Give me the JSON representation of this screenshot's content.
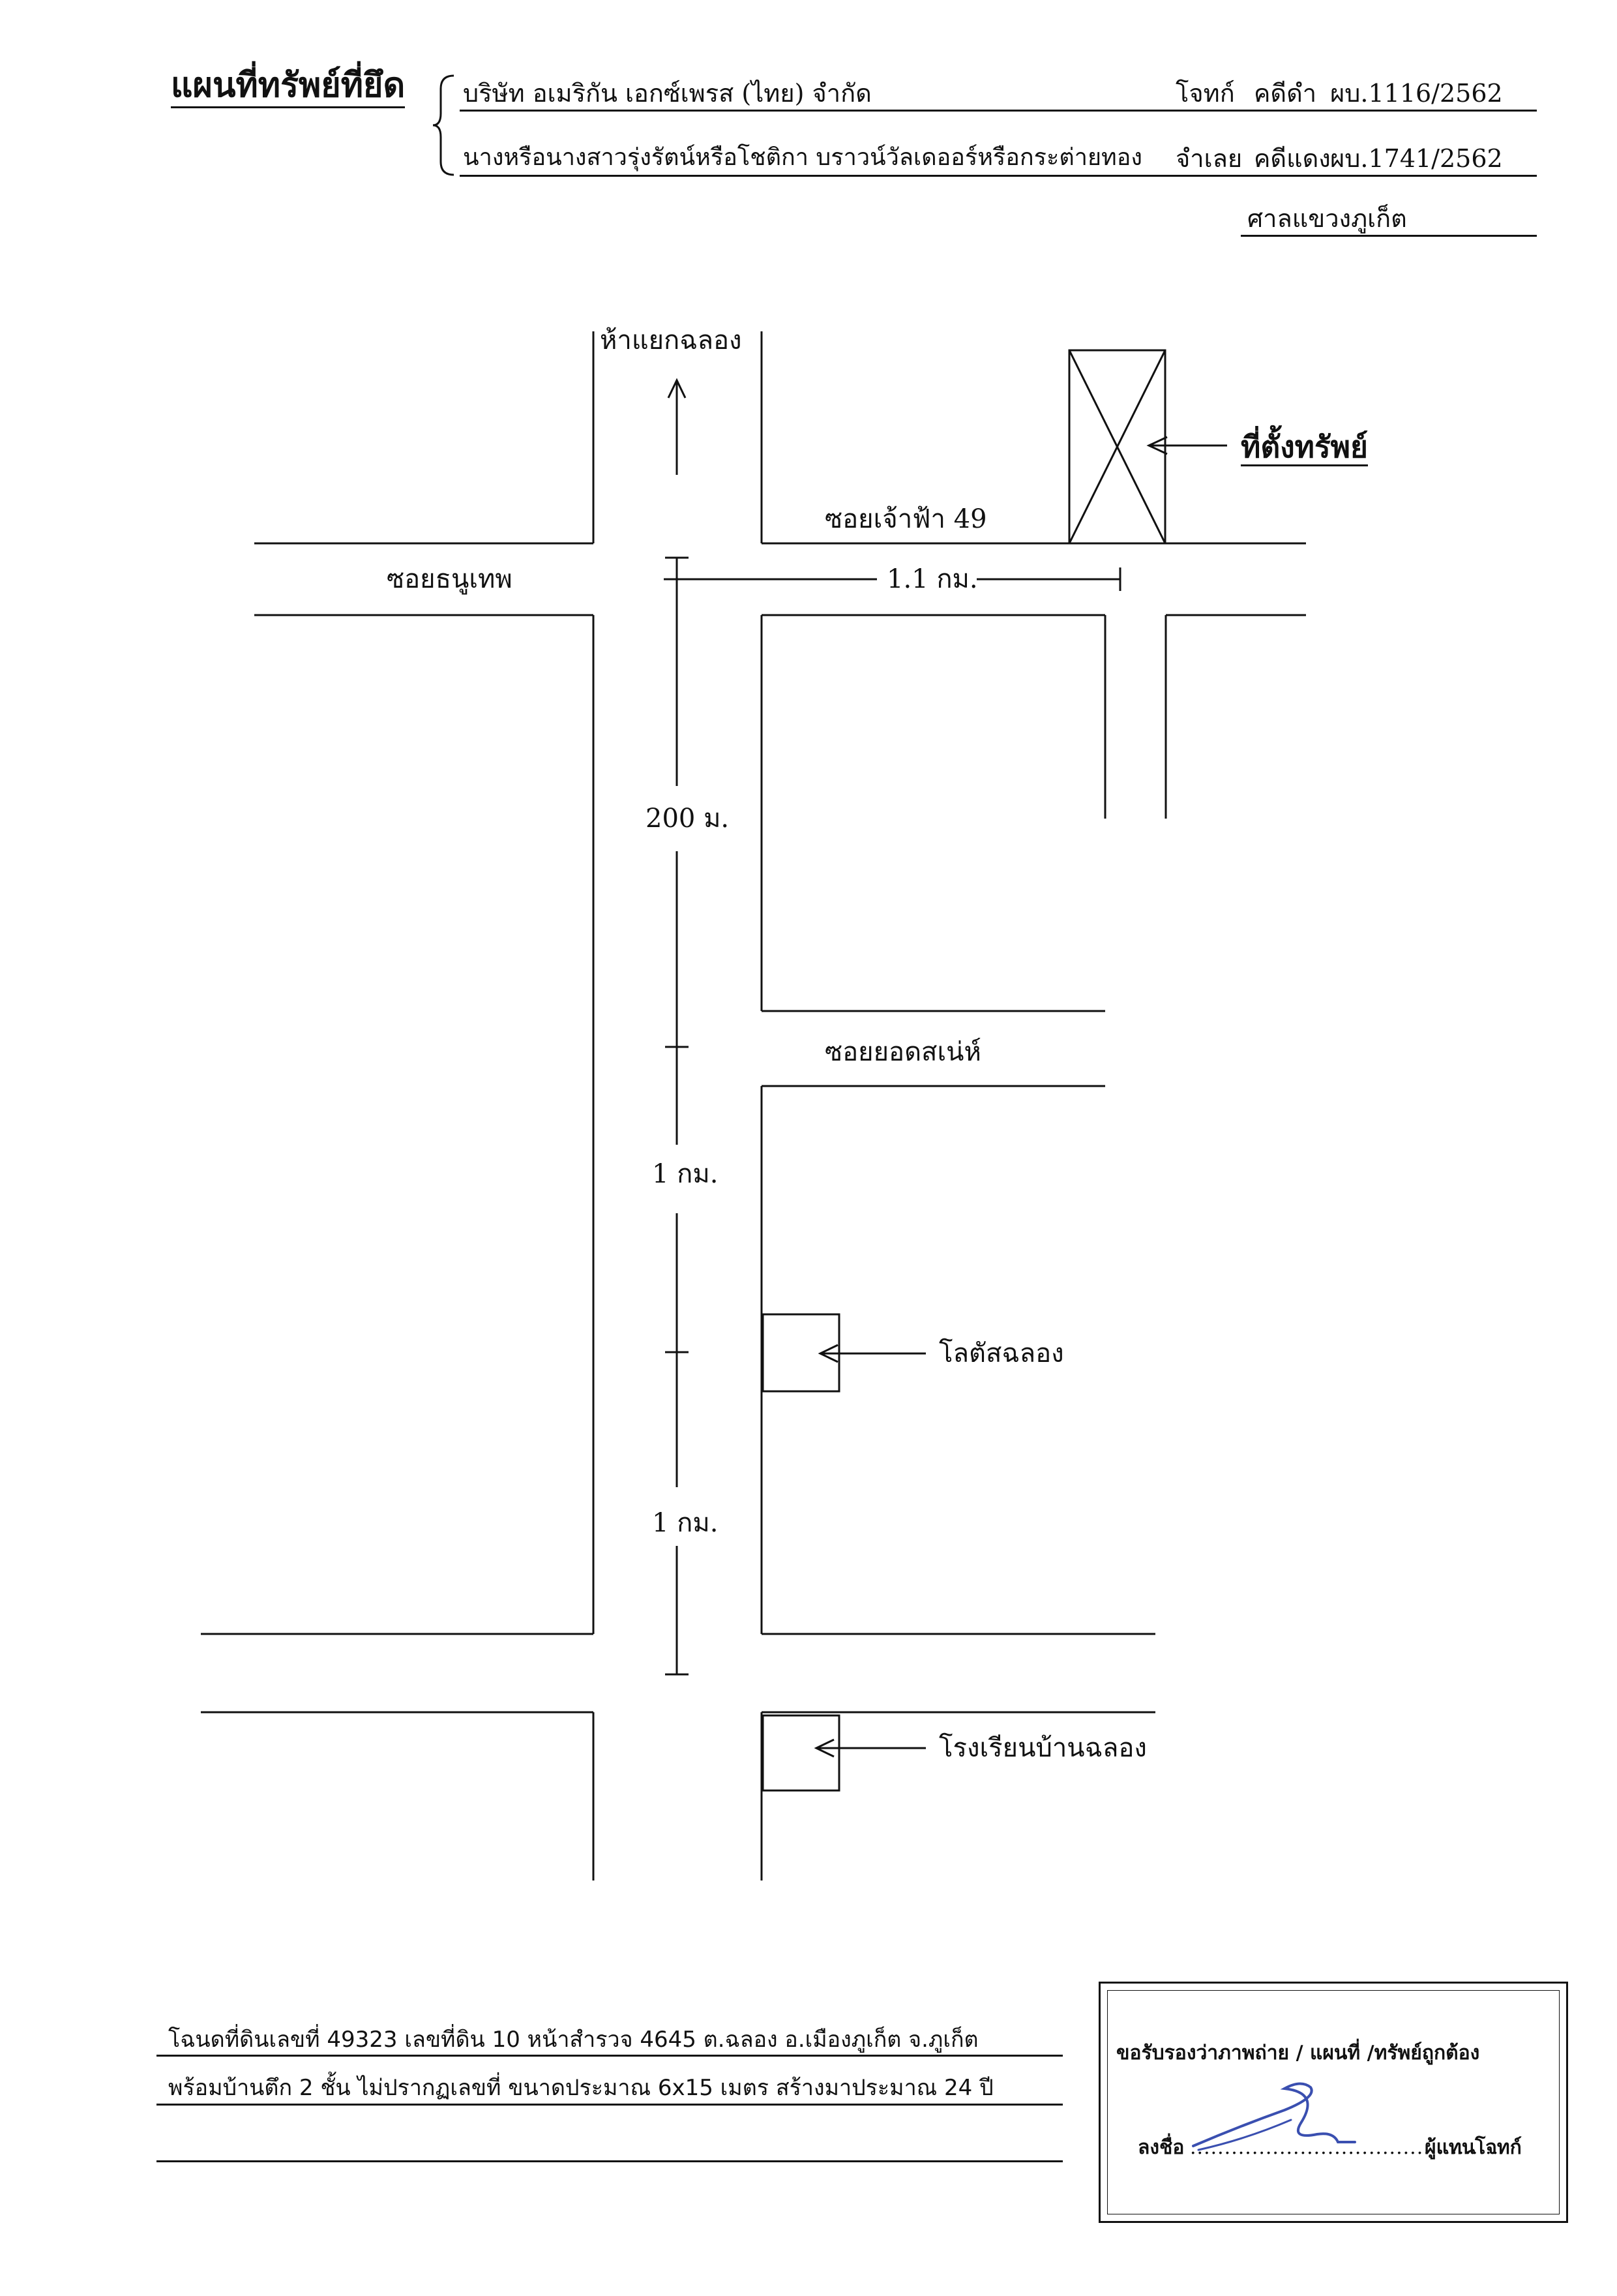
{
  "header": {
    "title": "แผนที่ทรัพย์ที่ยึด",
    "plaintiff_name": "บริษัท อเมริกัน เอกซ์เพรส (ไทย) จำกัด",
    "plaintiff_role": "โจทก์",
    "black_case_label": "คดีดำ",
    "black_case_no": "ผบ.1116/2562",
    "defendant_name": "นางหรือนางสาวรุ่งรัตน์หรือโชติกา บราวน์วัลเดออร์หรือกระต่ายทอง",
    "defendant_role": "จำเลย",
    "red_case_label": "คดีแดง",
    "red_case_no": "ผบ.1741/2562",
    "court": "ศาลแขวงภูเก็ต"
  },
  "map": {
    "intersection": "ห้าแยกฉลอง",
    "soi_chaofa": "ซอยเจ้าฟ้า 49",
    "soi_thanuthep": "ซอยธนูเทพ",
    "distance_soi": "1.1 กม.",
    "distance_200m": "200 ม.",
    "soi_yodsane": "ซอยยอดสเน่ห์",
    "distance_1km_a": "1 กม.",
    "distance_1km_b": "1 กม.",
    "lotus": "โลตัสฉลอง",
    "school": "โรงเรียนบ้านฉลอง",
    "property_label": "ที่ตั้งทรัพย์"
  },
  "footer": {
    "line1": "โฉนดที่ดินเลขที่  49323  เลขที่ดิน 10  หน้าสำรวจ 4645  ต.ฉลอง  อ.เมืองภูเก็ต  จ.ภูเก็ต",
    "line2": "พร้อมบ้านตึก 2 ชั้น  ไม่ปรากฏเลขที่  ขนาดประมาณ 6x15 เมตร สร้างมาประมาณ 24 ปี"
  },
  "certification": {
    "statement": "ขอรับรองว่าภาพถ่าย / แผนที่ /ทรัพย์ถูกต้อง",
    "sign_prefix": "ลงชื่อ",
    "sign_dots": ".............................................",
    "sign_suffix": "ผู้แทนโจทก์"
  }
}
